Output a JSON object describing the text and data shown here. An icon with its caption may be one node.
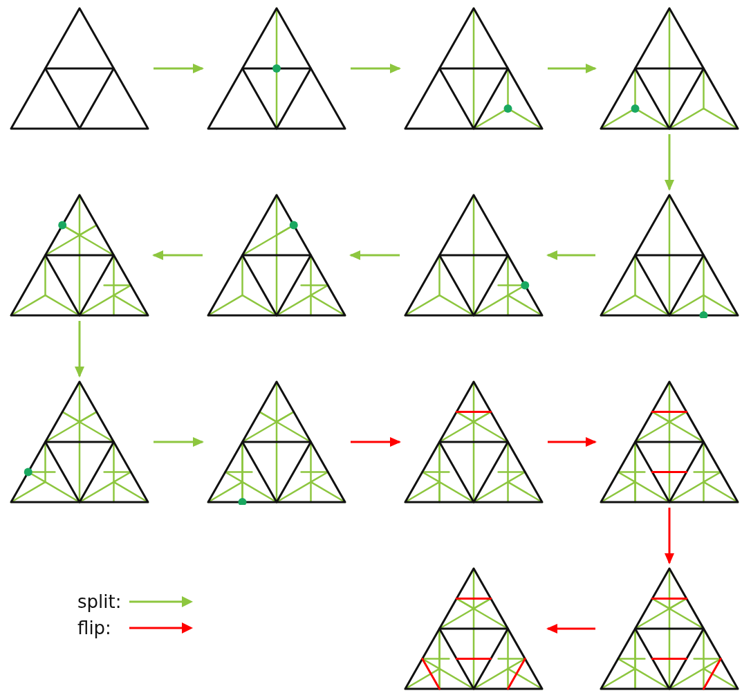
{
  "diagram": {
    "nodes": [
      {
        "text": [],
        "shape": "picture"
      },
      {
        "text": [],
        "shape": "picture"
      },
      {
        "text": [],
        "shape": "picture"
      },
      {
        "text": [],
        "shape": "picture"
      },
      {
        "text": [],
        "shape": "picture"
      },
      {
        "text": [],
        "shape": "picture"
      },
      {
        "text": [],
        "shape": "picture"
      },
      {
        "text": [],
        "shape": "picture"
      },
      {
        "text": [],
        "shape": "picture"
      },
      {
        "text": [],
        "shape": "picture"
      },
      {
        "text": [],
        "shape": "picture"
      },
      {
        "text": [],
        "shape": "picture"
      },
      {
        "text": [],
        "shape": "picture"
      },
      {
        "text": [],
        "shape": "picture"
      }
    ],
    "edges": [
      {
        "from": 0,
        "to": 1,
        "arrow": "to"
      },
      {
        "from": 1,
        "to": 2,
        "arrow": "to"
      },
      {
        "from": 2,
        "to": 3,
        "arrow": "to"
      },
      {
        "from": 3,
        "to": 7,
        "arrow": "to"
      },
      {
        "from": 7,
        "to": 6,
        "arrow": "to"
      },
      {
        "from": 6,
        "to": 5,
        "arrow": "to"
      },
      {
        "from": 5,
        "to": 4,
        "arrow": "to"
      },
      {
        "from": 4,
        "to": 8,
        "arrow": "to"
      },
      {
        "from": 8,
        "to": 9,
        "arrow": "to"
      },
      {
        "from": 9,
        "to": 10,
        "arrow": "to",
        "color": "#ff0000"
      },
      {
        "from": 10,
        "to": 11,
        "arrow": "to",
        "color": "#ff0000"
      },
      {
        "from": 11,
        "to": 13,
        "arrow": "to",
        "color": "#ff0000"
      },
      {
        "from": 13,
        "to": 12,
        "arrow": "to",
        "color": "#ff0000"
      }
    ],
    "legend": [
      {
        "text": "split:"
      },
      {
        "text": "flip:"
      }
    ]
  }
}
